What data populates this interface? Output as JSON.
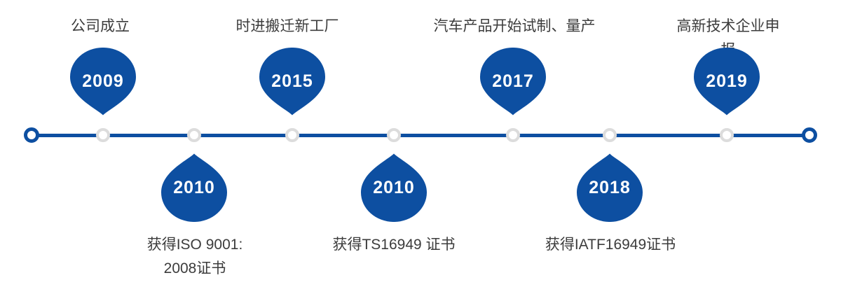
{
  "page": {
    "background_color": "#ffffff"
  },
  "timeline": {
    "accent_color": "#0d4fa1",
    "inactive_node_ring_color": "#dcdcdc",
    "label_text_color": "#3c3c3c",
    "year_text_color": "#ffffff",
    "events": [
      {
        "year": "2009",
        "label": "公司成立",
        "side": "top"
      },
      {
        "year": "2010",
        "label": "获得ISO 9001:\n2008证书",
        "side": "bottom"
      },
      {
        "year": "2015",
        "label": "时进搬迁新工厂",
        "side": "top"
      },
      {
        "year": "2010",
        "label": "获得TS16949 证书",
        "side": "bottom"
      },
      {
        "year": "2017",
        "label": "汽车产品开始试制、量产",
        "side": "top"
      },
      {
        "year": "2018",
        "label": "获得IATF16949证书",
        "side": "bottom"
      },
      {
        "year": "2019",
        "label": "高新技术企业申报",
        "side": "top"
      }
    ]
  }
}
